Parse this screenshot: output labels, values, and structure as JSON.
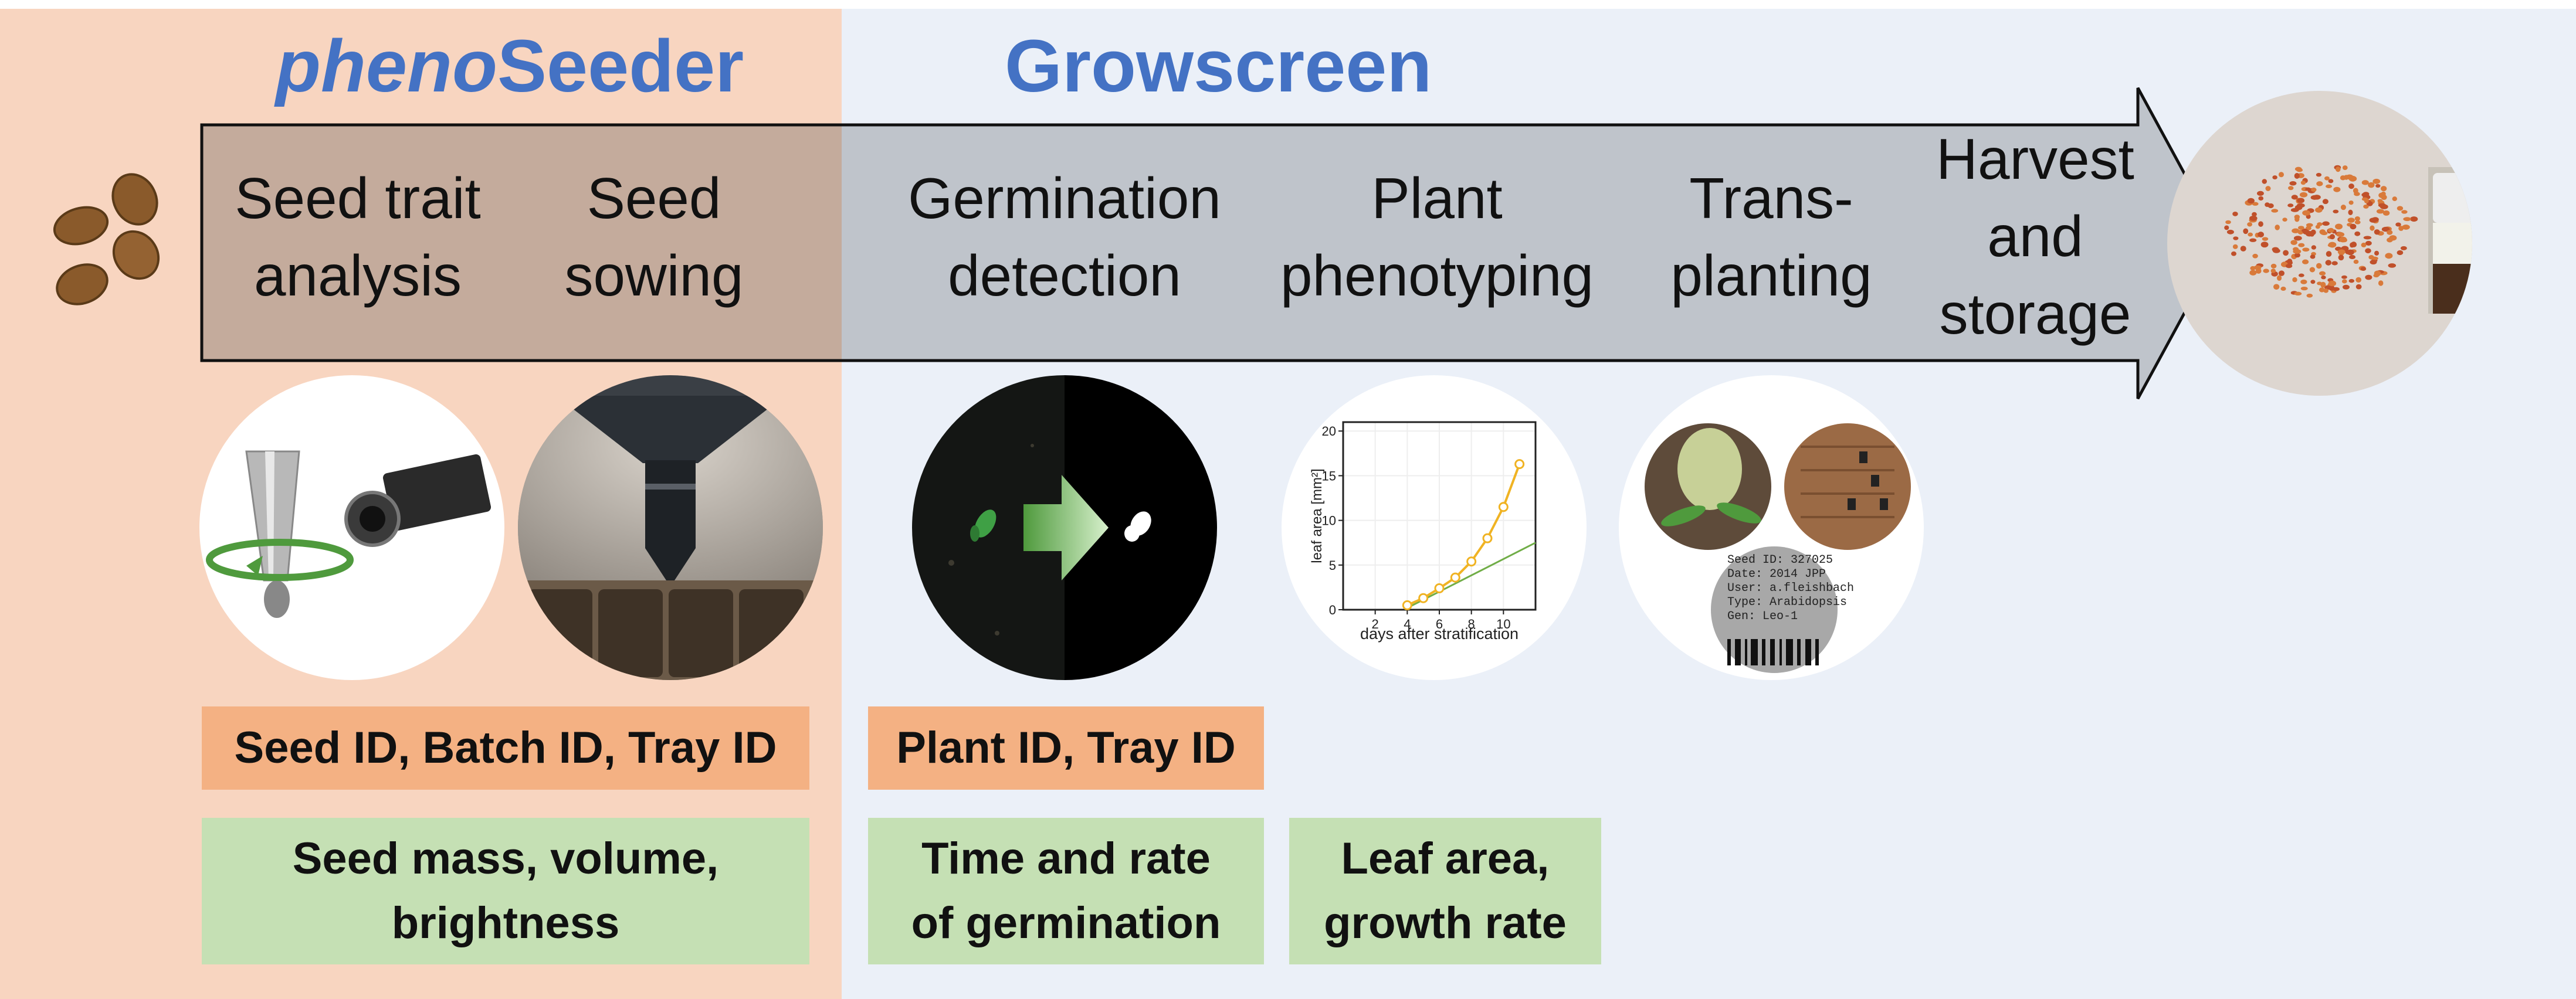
{
  "headers": {
    "pheno_italic": "pheno",
    "pheno_rest": "Seeder",
    "growscreen": "Growscreen"
  },
  "steps": [
    "Seed trait\nanalysis",
    "Seed\nsowing",
    "Germination\ndetection",
    "Plant\nphenotyping",
    "Trans-\nplanting",
    "Harvest\nand\nstorage"
  ],
  "id_boxes": [
    "Seed ID, Batch ID, Tray ID",
    "Plant ID, Tray ID"
  ],
  "trait_boxes": [
    "Seed mass, volume,\nbrightness",
    "Time and rate\nof germination",
    "Leaf area,\ngrowth rate"
  ],
  "chart_labels": {
    "ylabel": "leaf area [mm²]",
    "xlabel": "days after stratification",
    "yticks": [
      "0",
      "5",
      "10",
      "15",
      "20"
    ],
    "xticks": [
      "2",
      "4",
      "6",
      "8",
      "10"
    ]
  },
  "chart_data": {
    "type": "line",
    "xlabel": "days after stratification",
    "ylabel": "leaf area [mm²]",
    "xlim": [
      0,
      12
    ],
    "ylim": [
      0,
      21
    ],
    "series": [
      {
        "x": [
          4,
          5,
          6,
          7,
          8,
          9,
          10,
          11
        ],
        "values": [
          0.5,
          1.3,
          2.4,
          3.6,
          5.4,
          8.0,
          11.5,
          16.3
        ]
      }
    ],
    "fit": {
      "x": [
        4,
        12
      ],
      "values": [
        0.2,
        7.5
      ]
    }
  },
  "tube_label": [
    "Seed ID: 327025",
    "Date: 2014 JPP",
    "User: a.fleishbach",
    "Type: Arabidopsis",
    "Gen: Leo-1"
  ],
  "colors": {
    "left_panel": "#f8d5c0",
    "right_panel": "#ebf0f8",
    "header": "#4472c4",
    "orange_box": "#f4b183",
    "green_box": "#c5e0b4",
    "arrow_left": "#c4ab9c",
    "arrow_right": "#bfc4cb",
    "chart_line": "#f0b323",
    "chart_fit": "#70ad47"
  }
}
